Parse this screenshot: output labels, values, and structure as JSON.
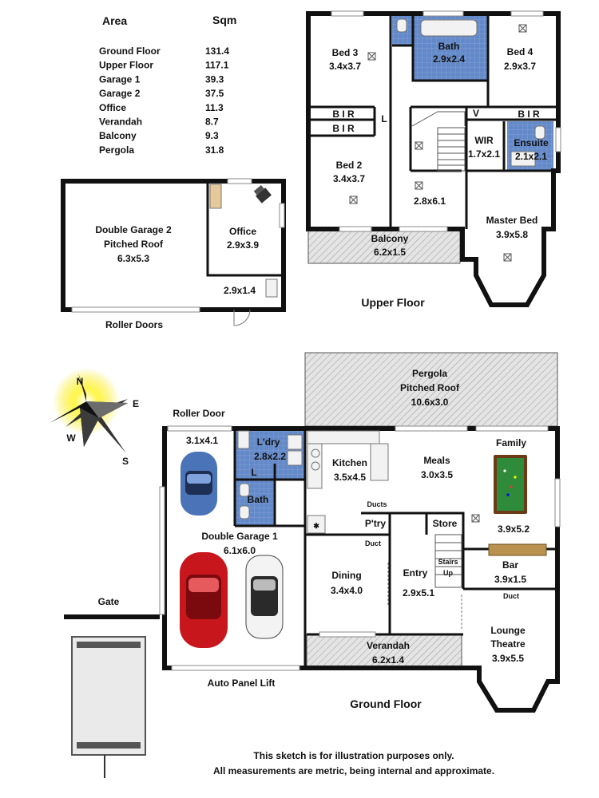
{
  "area_table": {
    "col_area": "Area",
    "col_sqm": "Sqm",
    "rows": [
      {
        "name": "Ground Floor",
        "value": "131.4"
      },
      {
        "name": "Upper Floor",
        "value": "117.1"
      },
      {
        "name": "Garage 1",
        "value": "39.3"
      },
      {
        "name": "Garage 2",
        "value": "37.5"
      },
      {
        "name": "Office",
        "value": "11.3"
      },
      {
        "name": "Verandah",
        "value": "8.7"
      },
      {
        "name": "Balcony",
        "value": "9.3"
      },
      {
        "name": "Pergola",
        "value": "31.8"
      }
    ]
  },
  "upper_floor": {
    "title": "Upper Floor",
    "bed3": {
      "name": "Bed 3",
      "dims": "3.4x3.7"
    },
    "bath": {
      "name": "Bath",
      "dims": "2.9x2.4"
    },
    "bed4": {
      "name": "Bed 4",
      "dims": "2.9x3.7"
    },
    "bir": "B I R",
    "l": "L",
    "v": "V",
    "wir": {
      "name": "WIR",
      "dims": "1.7x2.1"
    },
    "ensuite": {
      "name": "Ensuite",
      "dims": "2.1x2.1"
    },
    "bed2": {
      "name": "Bed 2",
      "dims": "3.4x3.7"
    },
    "hall": {
      "dims": "2.8x6.1"
    },
    "master": {
      "name": "Master Bed",
      "dims": "3.9x5.8"
    },
    "balcony": {
      "name": "Balcony",
      "dims": "6.2x1.5"
    }
  },
  "garage2": {
    "name_l1": "Double Garage 2",
    "name_l2": "Pitched Roof",
    "dims": "6.3x5.3",
    "office_name": "Office",
    "office_dims": "2.9x3.9",
    "small_dims": "2.9x1.4",
    "roller": "Roller Doors"
  },
  "compass": {
    "n": "N",
    "e": "E",
    "s": "S",
    "w": "W"
  },
  "ground_floor": {
    "title": "Ground Floor",
    "pergola": {
      "l1": "Pergola",
      "l2": "Pitched Roof",
      "dims": "10.6x3.0"
    },
    "roller_door": "Roller Door",
    "garage_dims_top": "3.1x4.1",
    "laundry": {
      "name": "L'dry",
      "dims": "2.8x2.2"
    },
    "l": "L",
    "bath": "Bath",
    "kitchen": {
      "name": "Kitchen",
      "dims": "3.5x4.5"
    },
    "meals": {
      "name": "Meals",
      "dims": "3.0x3.5"
    },
    "family": {
      "name": "Family",
      "dims": "3.9x5.2"
    },
    "ducts": "Ducts",
    "pantry": "P'try",
    "store": "Store",
    "duct": "Duct",
    "garage1": {
      "name": "Double Garage 1",
      "dims": "6.1x6.0"
    },
    "stairs": {
      "l1": "Stairs",
      "l2": "Up"
    },
    "bar": {
      "name": "Bar",
      "dims": "3.9x1.5"
    },
    "dining": {
      "name": "Dining",
      "dims": "3.4x4.0"
    },
    "entry": {
      "name": "Entry",
      "dims": "2.9x5.1"
    },
    "lounge": {
      "name_l1": "Lounge",
      "name_l2": "Theatre",
      "dims": "3.9x5.5"
    },
    "gate": "Gate",
    "verandah": {
      "name": "Verandah",
      "dims": "6.2x1.4"
    },
    "auto_panel": "Auto Panel Lift"
  },
  "disclaimer": {
    "line1": "This sketch is for illustration purposes only.",
    "line2": "All measurements are metric, being internal and approximate."
  },
  "colors": {
    "tile_blue": "#5f86c6",
    "pool_green": "#2e8b3a",
    "car_blue": "#4a73b8",
    "car_red": "#c8161d",
    "bar_wood": "#b8924e",
    "compass_yellow": "#f5e600"
  }
}
